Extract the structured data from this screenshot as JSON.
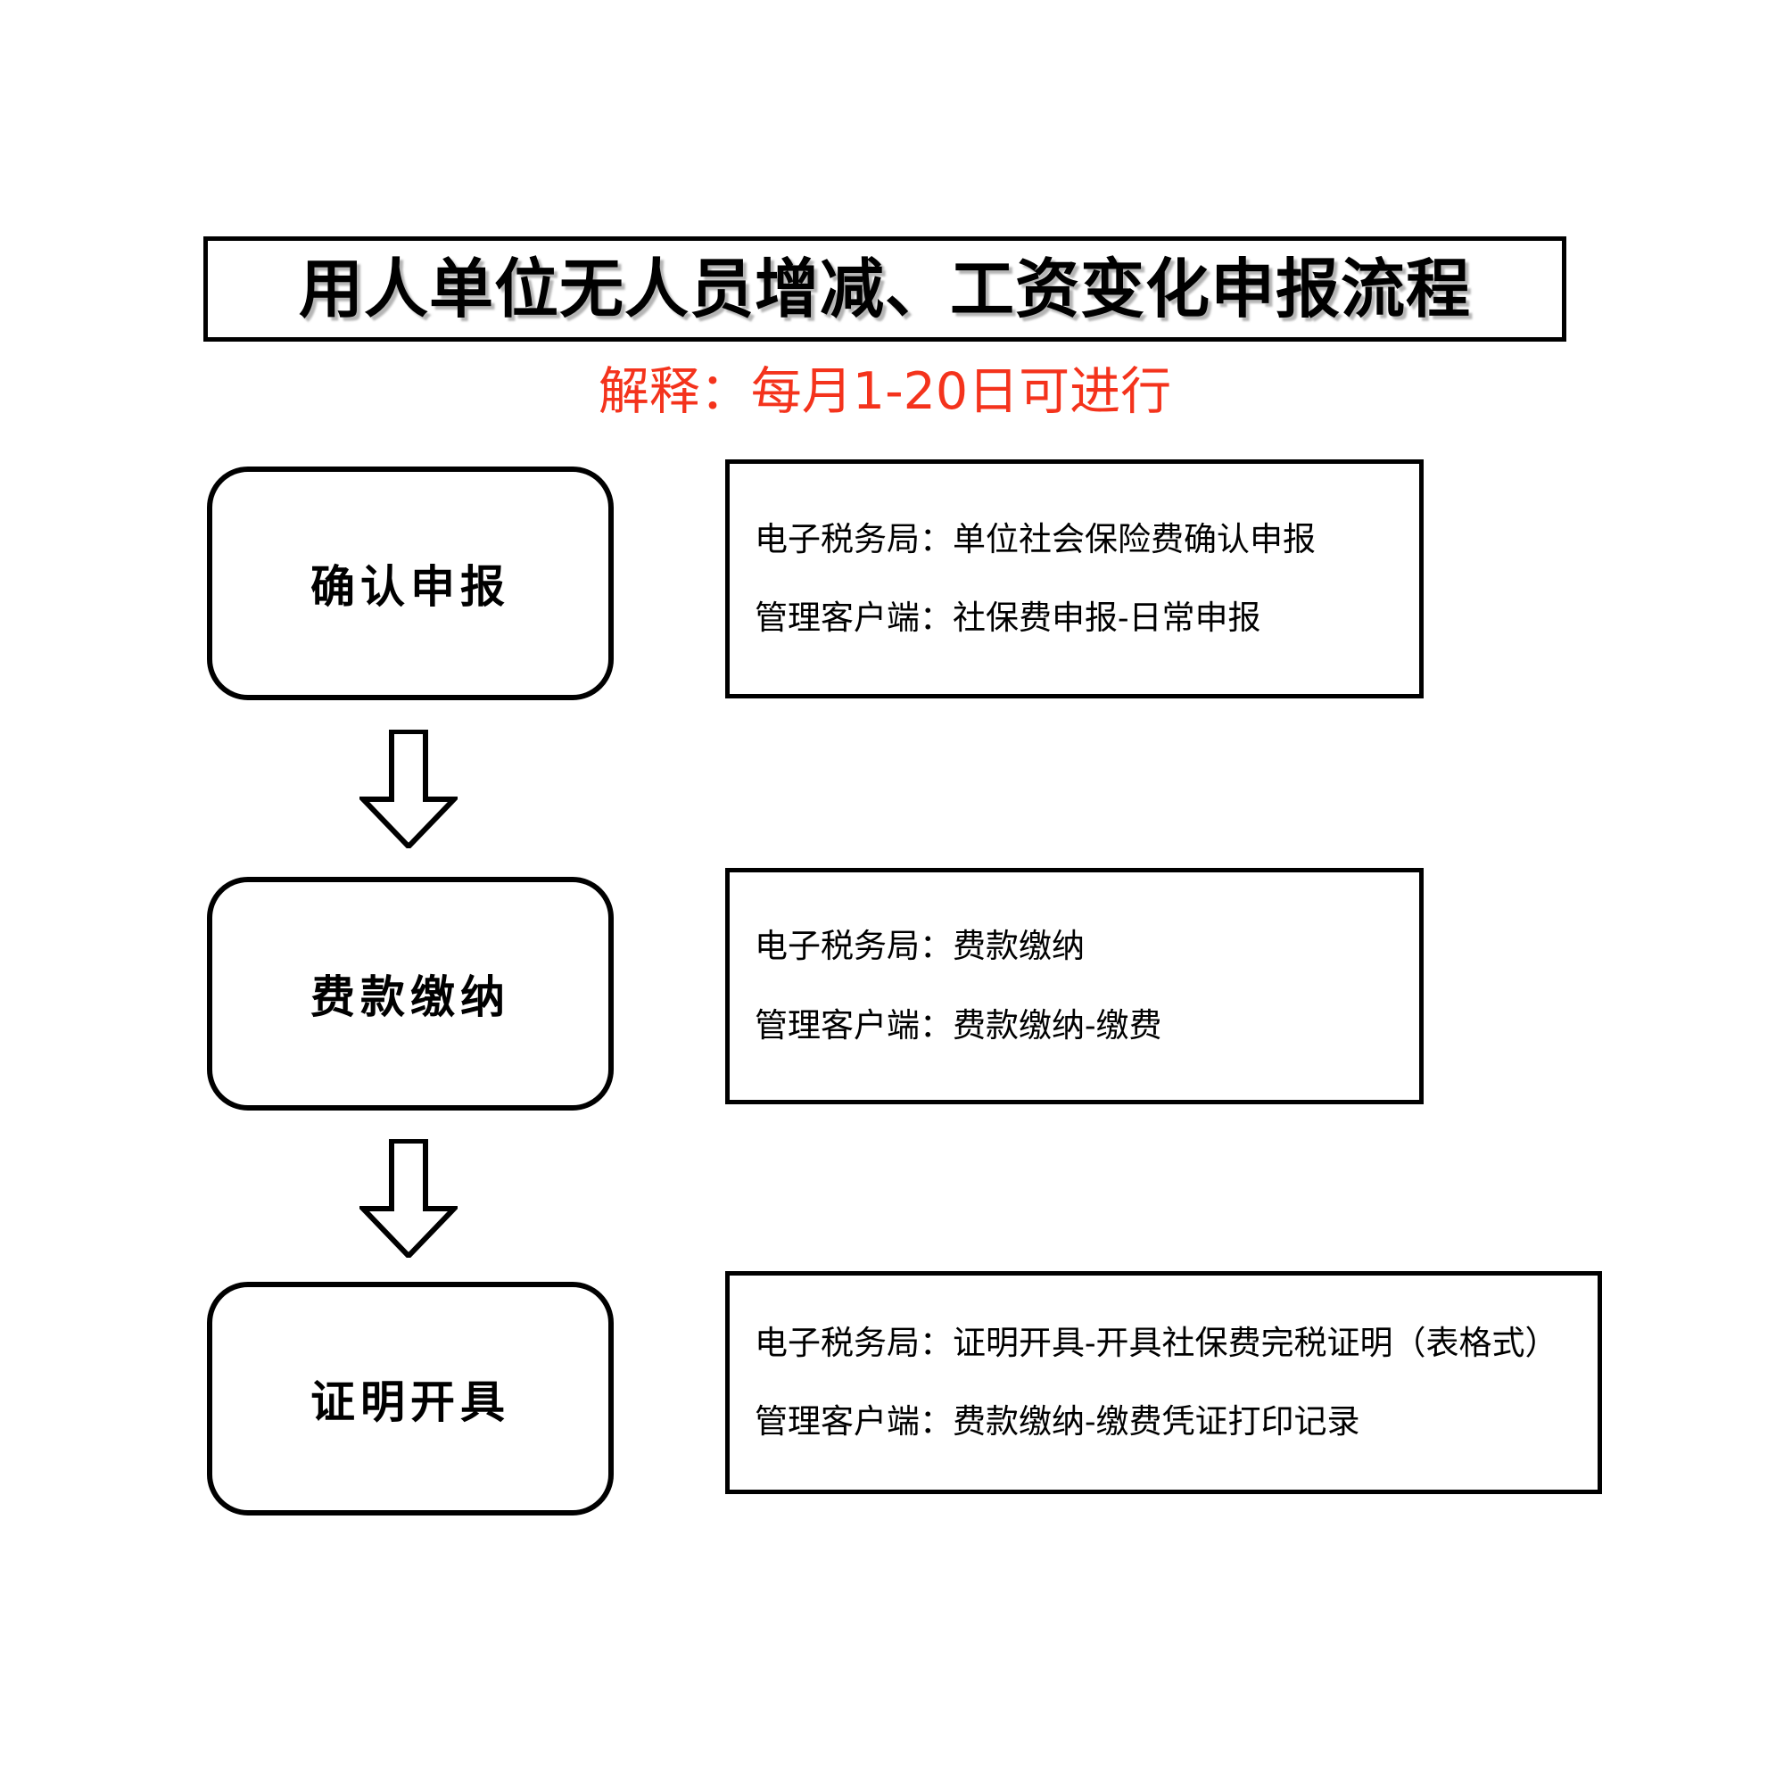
{
  "document": {
    "title": "用人单位无人员增减、工资变化申报流程",
    "explanation": "解释：每月1-20日可进行",
    "explanation_color": "#F4331C",
    "border_color": "#000000",
    "background_color": "#FFFFFF"
  },
  "flow": {
    "steps": [
      {
        "id": "step-1",
        "stage_label": "确认申报",
        "details": [
          "电子税务局：单位社会保险费确认申报",
          "管理客户端：社保费申报-日常申报"
        ]
      },
      {
        "id": "step-2",
        "stage_label": "费款缴纳",
        "details": [
          "电子税务局：费款缴纳",
          "管理客户端：费款缴纳-缴费"
        ]
      },
      {
        "id": "step-3",
        "stage_label": "证明开具",
        "details": [
          "电子税务局：证明开具-开具社保费完税证明（表格式）",
          "管理客户端：费款缴纳-缴费凭证打印记录"
        ]
      }
    ],
    "connectors": [
      {
        "id": "arrow-1",
        "icon": "down-arrow-icon",
        "from": "step-1",
        "to": "step-2"
      },
      {
        "id": "arrow-2",
        "icon": "down-arrow-icon",
        "from": "step-2",
        "to": "step-3"
      }
    ]
  },
  "chart_data": {
    "type": "diagram",
    "diagram_kind": "flowchart",
    "orientation": "vertical",
    "title": "用人单位无人员增减、工资变化申报流程",
    "subtitle": "解释：每月1-20日可进行",
    "nodes": [
      {
        "label": "确认申报",
        "shape": "rounded-rectangle",
        "order": 1
      },
      {
        "label": "费款缴纳",
        "shape": "rounded-rectangle",
        "order": 2
      },
      {
        "label": "证明开具",
        "shape": "rounded-rectangle",
        "order": 3
      }
    ],
    "annotations": [
      {
        "for": "确认申报",
        "lines": [
          "电子税务局：单位社会保险费确认申报",
          "管理客户端：社保费申报-日常申报"
        ]
      },
      {
        "for": "费款缴纳",
        "lines": [
          "电子税务局：费款缴纳",
          "管理客户端：费款缴纳-缴费"
        ]
      },
      {
        "for": "证明开具",
        "lines": [
          "电子税务局：证明开具-开具社保费完税证明（表格式）",
          "管理客户端：费款缴纳-缴费凭证打印记录"
        ]
      }
    ],
    "edges": [
      {
        "from": "确认申报",
        "to": "费款缴纳",
        "style": "block-arrow-down"
      },
      {
        "from": "费款缴纳",
        "to": "证明开具",
        "style": "block-arrow-down"
      }
    ]
  }
}
